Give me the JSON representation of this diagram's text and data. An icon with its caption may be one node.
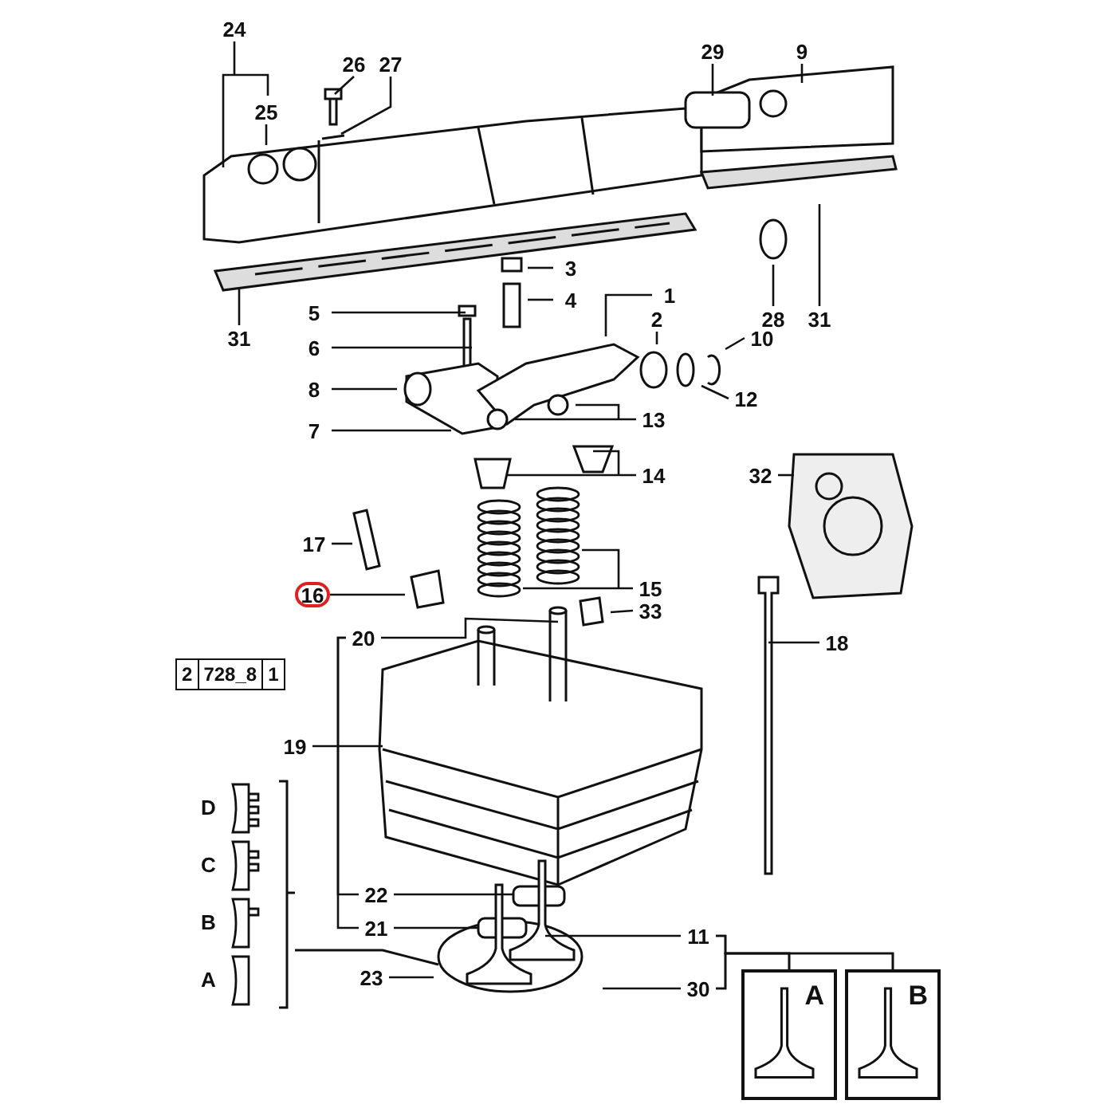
{
  "diagram": {
    "nodes": [
      {
        "text": [
          "24"
        ]
      },
      {
        "text": [
          "26"
        ]
      },
      {
        "text": [
          "27"
        ]
      },
      {
        "text": [
          "25"
        ]
      },
      {
        "text": [
          "29"
        ]
      },
      {
        "text": [
          "9"
        ]
      },
      {
        "text": [
          "31"
        ]
      },
      {
        "text": [
          "28"
        ]
      },
      {
        "text": [
          "31"
        ]
      },
      {
        "text": [
          "3"
        ]
      },
      {
        "text": [
          "4"
        ]
      },
      {
        "text": [
          "1"
        ]
      },
      {
        "text": [
          "2"
        ]
      },
      {
        "text": [
          "5"
        ]
      },
      {
        "text": [
          "6"
        ]
      },
      {
        "text": [
          "10"
        ]
      },
      {
        "text": [
          "12"
        ]
      },
      {
        "text": [
          "8"
        ]
      },
      {
        "text": [
          "13"
        ]
      },
      {
        "text": [
          "7"
        ]
      },
      {
        "text": [
          "14"
        ]
      },
      {
        "text": [
          "32"
        ]
      },
      {
        "text": [
          "17"
        ]
      },
      {
        "text": [
          "16"
        ]
      },
      {
        "text": [
          "15"
        ]
      },
      {
        "text": [
          "33"
        ]
      },
      {
        "text": [
          "18"
        ]
      },
      {
        "text": [
          "20"
        ]
      },
      {
        "text": [
          "19"
        ]
      },
      {
        "text": [
          "22"
        ]
      },
      {
        "text": [
          "21"
        ]
      },
      {
        "text": [
          "11"
        ]
      },
      {
        "text": [
          "23"
        ]
      },
      {
        "text": [
          "30"
        ]
      },
      {
        "text": [
          "A"
        ]
      },
      {
        "text": [
          "B"
        ]
      }
    ],
    "edges": [
      {
        "from": 0,
        "to": null,
        "arrow": "none"
      },
      {
        "from": 1,
        "to": null,
        "arrow": "none"
      },
      {
        "from": 2,
        "to": null,
        "arrow": "none"
      },
      {
        "from": 3,
        "to": null,
        "arrow": "none"
      },
      {
        "from": 4,
        "to": null,
        "arrow": "none"
      },
      {
        "from": 5,
        "to": null,
        "arrow": "none"
      },
      {
        "from": 6,
        "to": null,
        "arrow": "none"
      },
      {
        "from": 7,
        "to": null,
        "arrow": "none"
      },
      {
        "from": 8,
        "to": null,
        "arrow": "none"
      },
      {
        "from": 9,
        "to": null,
        "arrow": "none"
      },
      {
        "from": 10,
        "to": null,
        "arrow": "none"
      },
      {
        "from": 11,
        "to": null,
        "arrow": "none"
      },
      {
        "from": 12,
        "to": null,
        "arrow": "none"
      },
      {
        "from": 13,
        "to": null,
        "arrow": "none"
      },
      {
        "from": 14,
        "to": null,
        "arrow": "none"
      },
      {
        "from": 15,
        "to": null,
        "arrow": "none"
      },
      {
        "from": 16,
        "to": null,
        "arrow": "none"
      },
      {
        "from": 17,
        "to": null,
        "arrow": "none"
      },
      {
        "from": 18,
        "to": null,
        "arrow": "none"
      },
      {
        "from": 19,
        "to": null,
        "arrow": "none"
      },
      {
        "from": 20,
        "to": null,
        "arrow": "none"
      },
      {
        "from": 21,
        "to": null,
        "arrow": "none"
      },
      {
        "from": 22,
        "to": null,
        "arrow": "none"
      },
      {
        "from": 23,
        "to": null,
        "arrow": "none"
      },
      {
        "from": 24,
        "to": null,
        "arrow": "none"
      },
      {
        "from": 25,
        "to": null,
        "arrow": "none"
      },
      {
        "from": 26,
        "to": null,
        "arrow": "none"
      },
      {
        "from": 27,
        "to": null,
        "arrow": "none"
      },
      {
        "from": 28,
        "to": null,
        "arrow": "none"
      },
      {
        "from": 29,
        "to": null,
        "arrow": "none"
      },
      {
        "from": 30,
        "to": null,
        "arrow": "none"
      },
      {
        "from": 31,
        "to": null,
        "arrow": "none"
      },
      {
        "from": 32,
        "to": null,
        "arrow": "none"
      },
      {
        "from": 33,
        "to": null,
        "arrow": "none"
      },
      {
        "from": 31,
        "to": 34,
        "arrow": "none"
      },
      {
        "from": 31,
        "to": 35,
        "arrow": "none"
      },
      {
        "from": 33,
        "to": 34,
        "arrow": "none"
      },
      {
        "from": 33,
        "to": 35,
        "arrow": "none"
      },
      {
        "from": 27,
        "to": 29,
        "arrow": "none"
      },
      {
        "from": 27,
        "to": 30,
        "arrow": "none"
      }
    ],
    "labels": [
      "2",
      "728_8",
      "1",
      "D",
      "C",
      "B",
      "A"
    ]
  }
}
